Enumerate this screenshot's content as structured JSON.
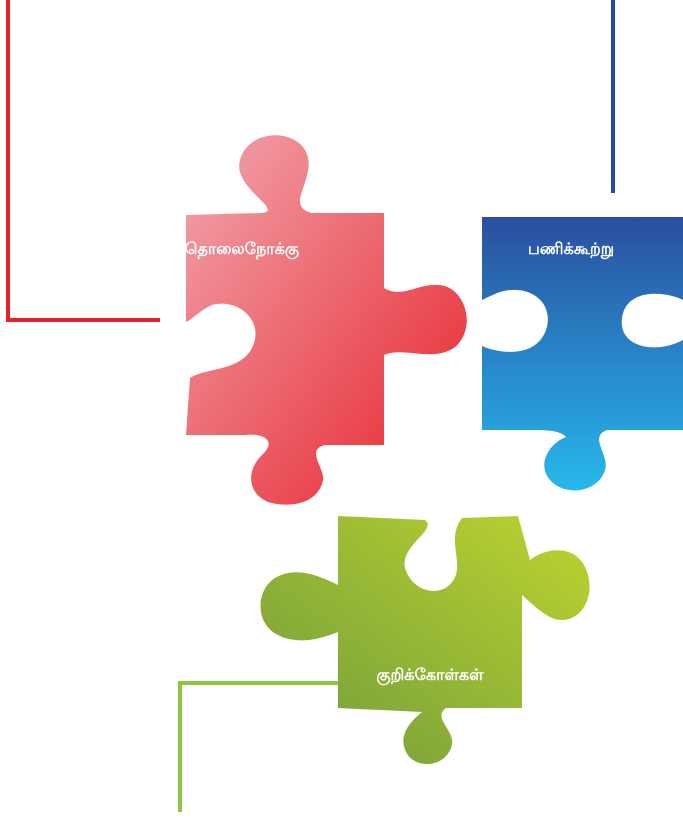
{
  "pieces": {
    "vision": {
      "label": "தொலைநோக்கு",
      "color_top": "#F2A6AE",
      "color_bottom": "#E62129"
    },
    "mission": {
      "label": "பணிக்கூற்று",
      "color_top": "#2A4FA0",
      "color_bottom": "#27B8EC"
    },
    "goals": {
      "label": "குறிக்கோள்கள்",
      "color_top": "#6F9A3D",
      "color_bottom": "#BDD42F"
    }
  },
  "connectors": {
    "red": "#E1222A",
    "blue": "#1F4FA5",
    "green": "#8DC63F"
  }
}
